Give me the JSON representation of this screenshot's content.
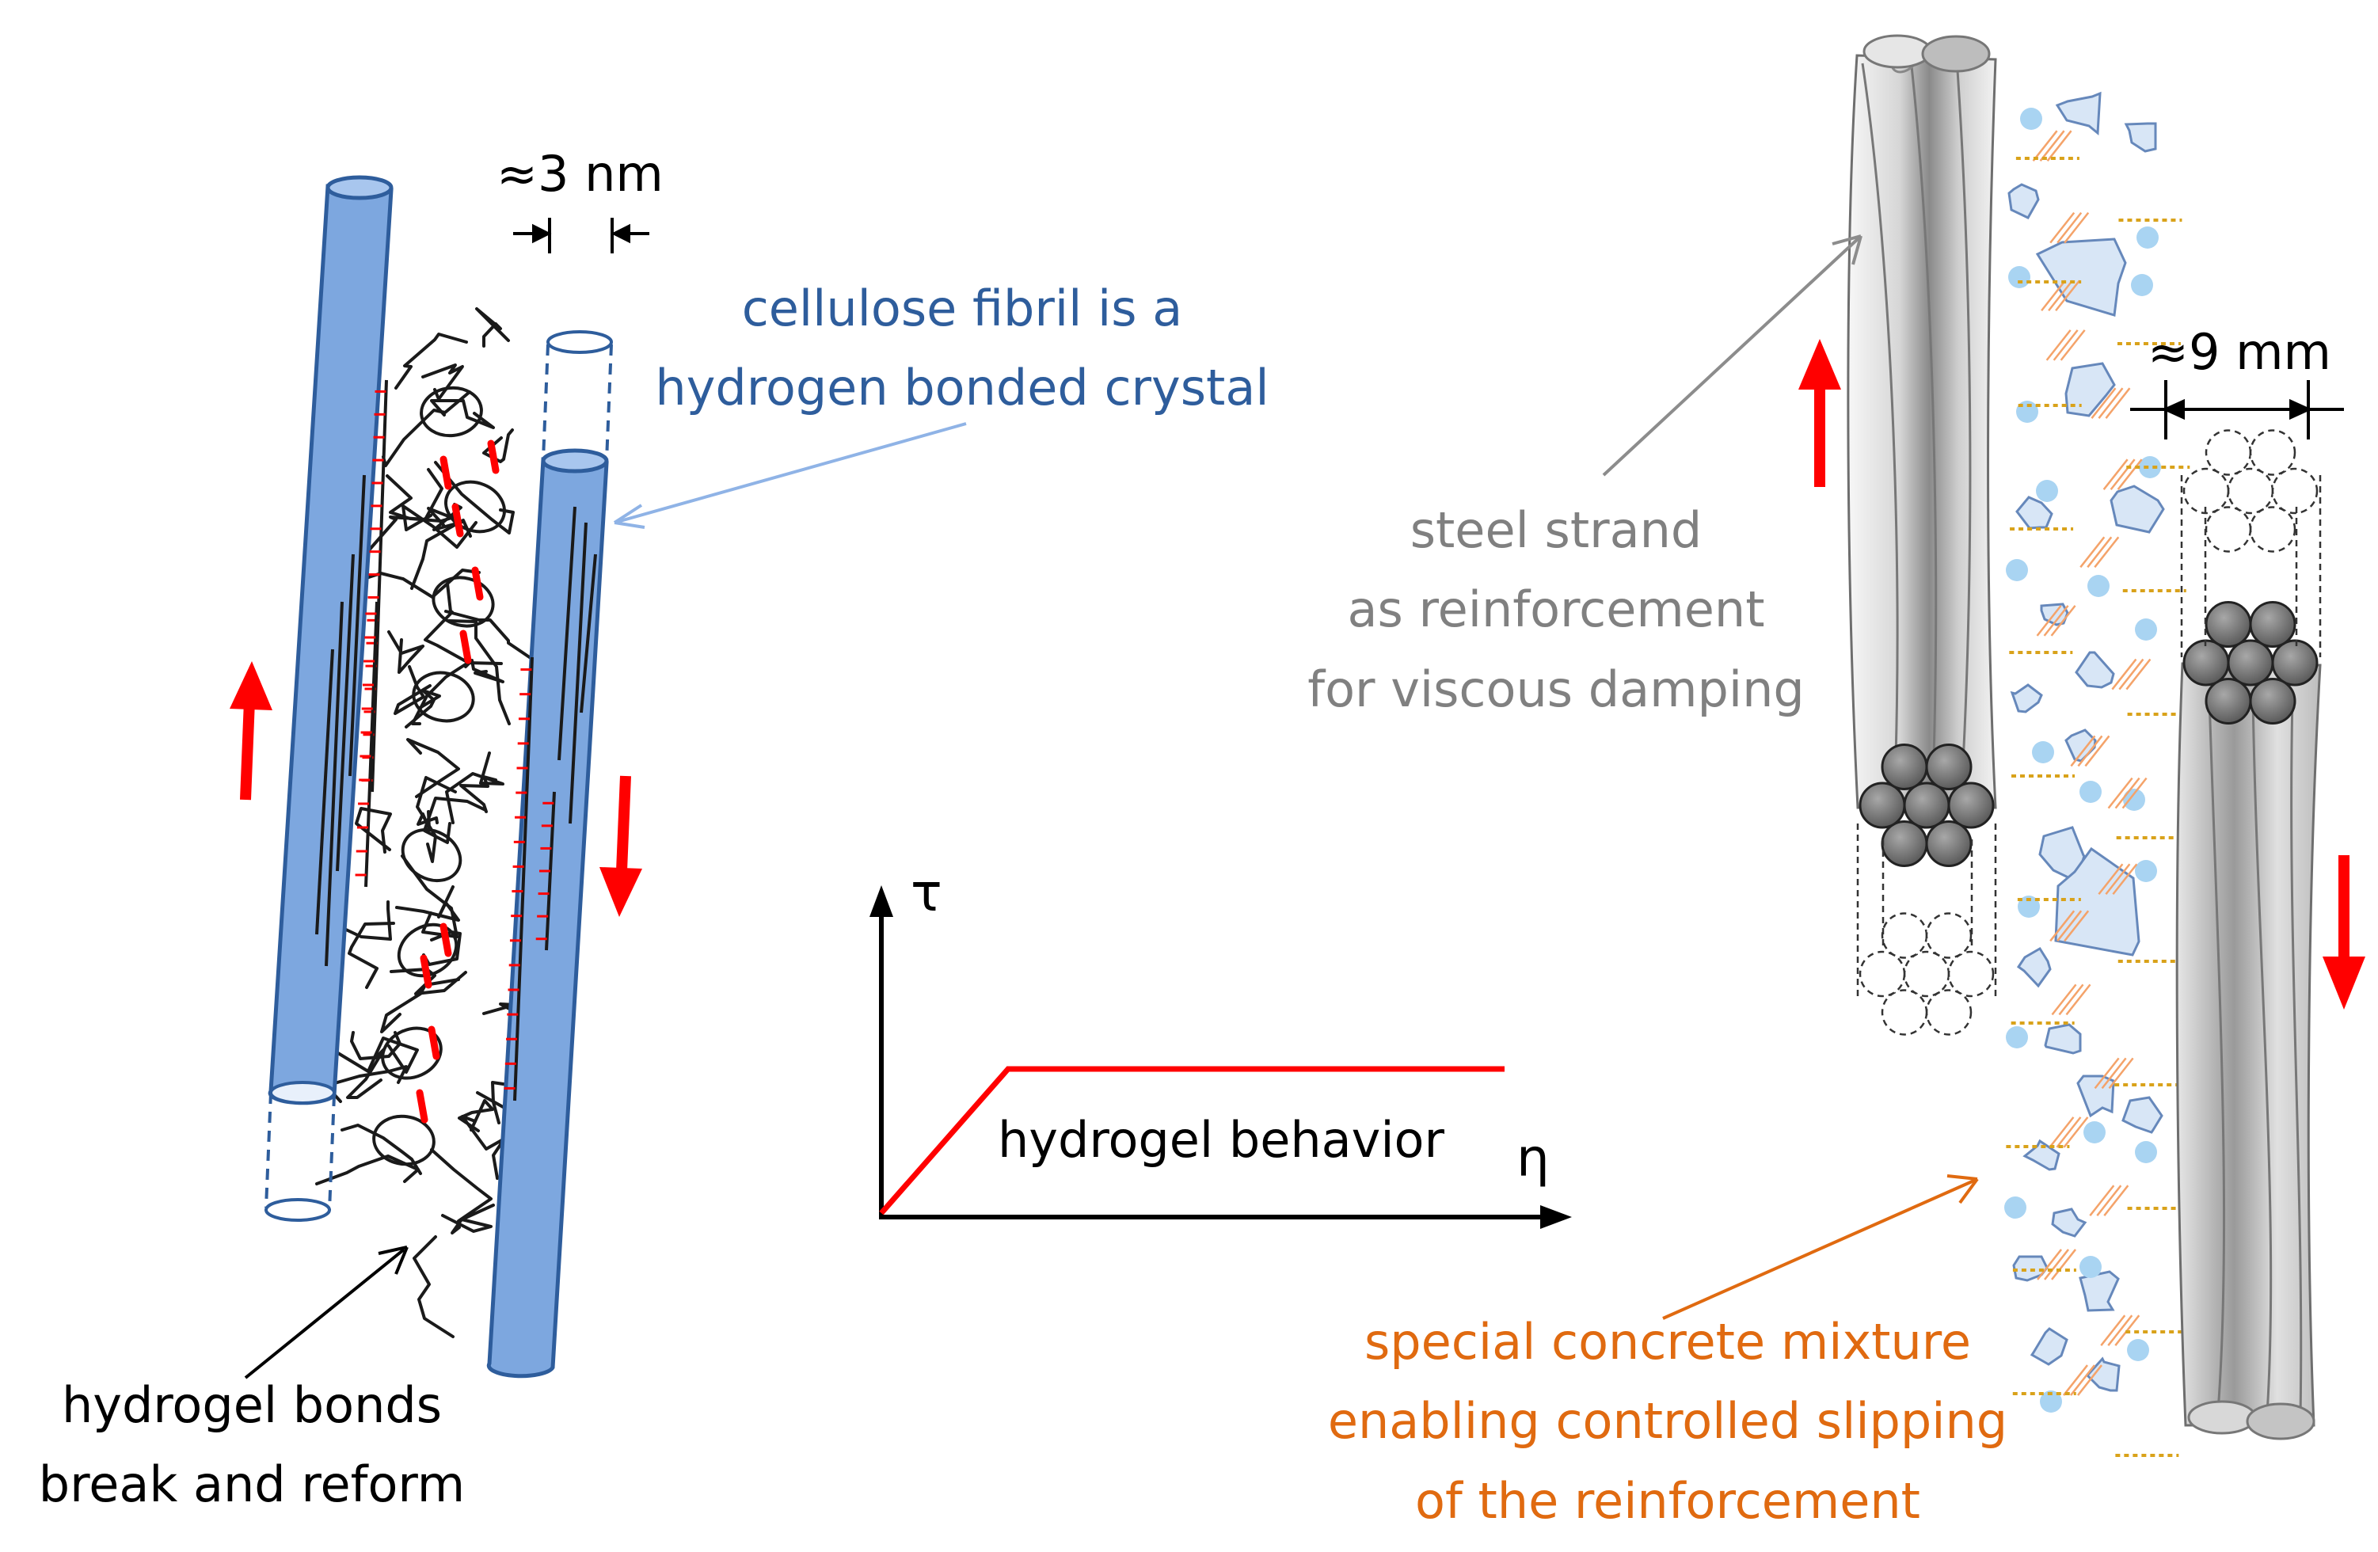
{
  "colors": {
    "fibril_fill": "#7da7df",
    "fibril_stroke": "#2e5d9c",
    "cellulose_text": "#2e5d9c",
    "cellulose_arrow": "#8fb3e6",
    "force_arrow": "#ff0000",
    "bond_red": "#ff0000",
    "steel_gray": "#8c8c8c",
    "steel_text": "#808080",
    "concrete_text": "#e06a10",
    "aggregate_fill": "#d8e6f6",
    "aggregate_stroke": "#6688bb",
    "sand_dot": "#a9d4f2",
    "fiber_orange": "#f4a36a",
    "dash_gold": "#d9a21a"
  },
  "left_panel": {
    "gap_label": "≈3 nm",
    "cellulose_label": [
      "cellulose fibril is a",
      "hydrogen bonded crystal"
    ],
    "hydrogel_label": [
      "hydrogel bonds",
      "break and reform"
    ]
  },
  "center_panel": {
    "y_axis_label": "τ",
    "x_axis_label": "η",
    "curve_label": "hydrogel behavior"
  },
  "right_panel": {
    "diameter_label": "≈9 mm",
    "steel_label": [
      "steel strand",
      "as reinforcement",
      "for viscous damping"
    ],
    "concrete_label": [
      "special concrete mixture",
      "enabling controlled slipping",
      "of the reinforcement"
    ]
  }
}
